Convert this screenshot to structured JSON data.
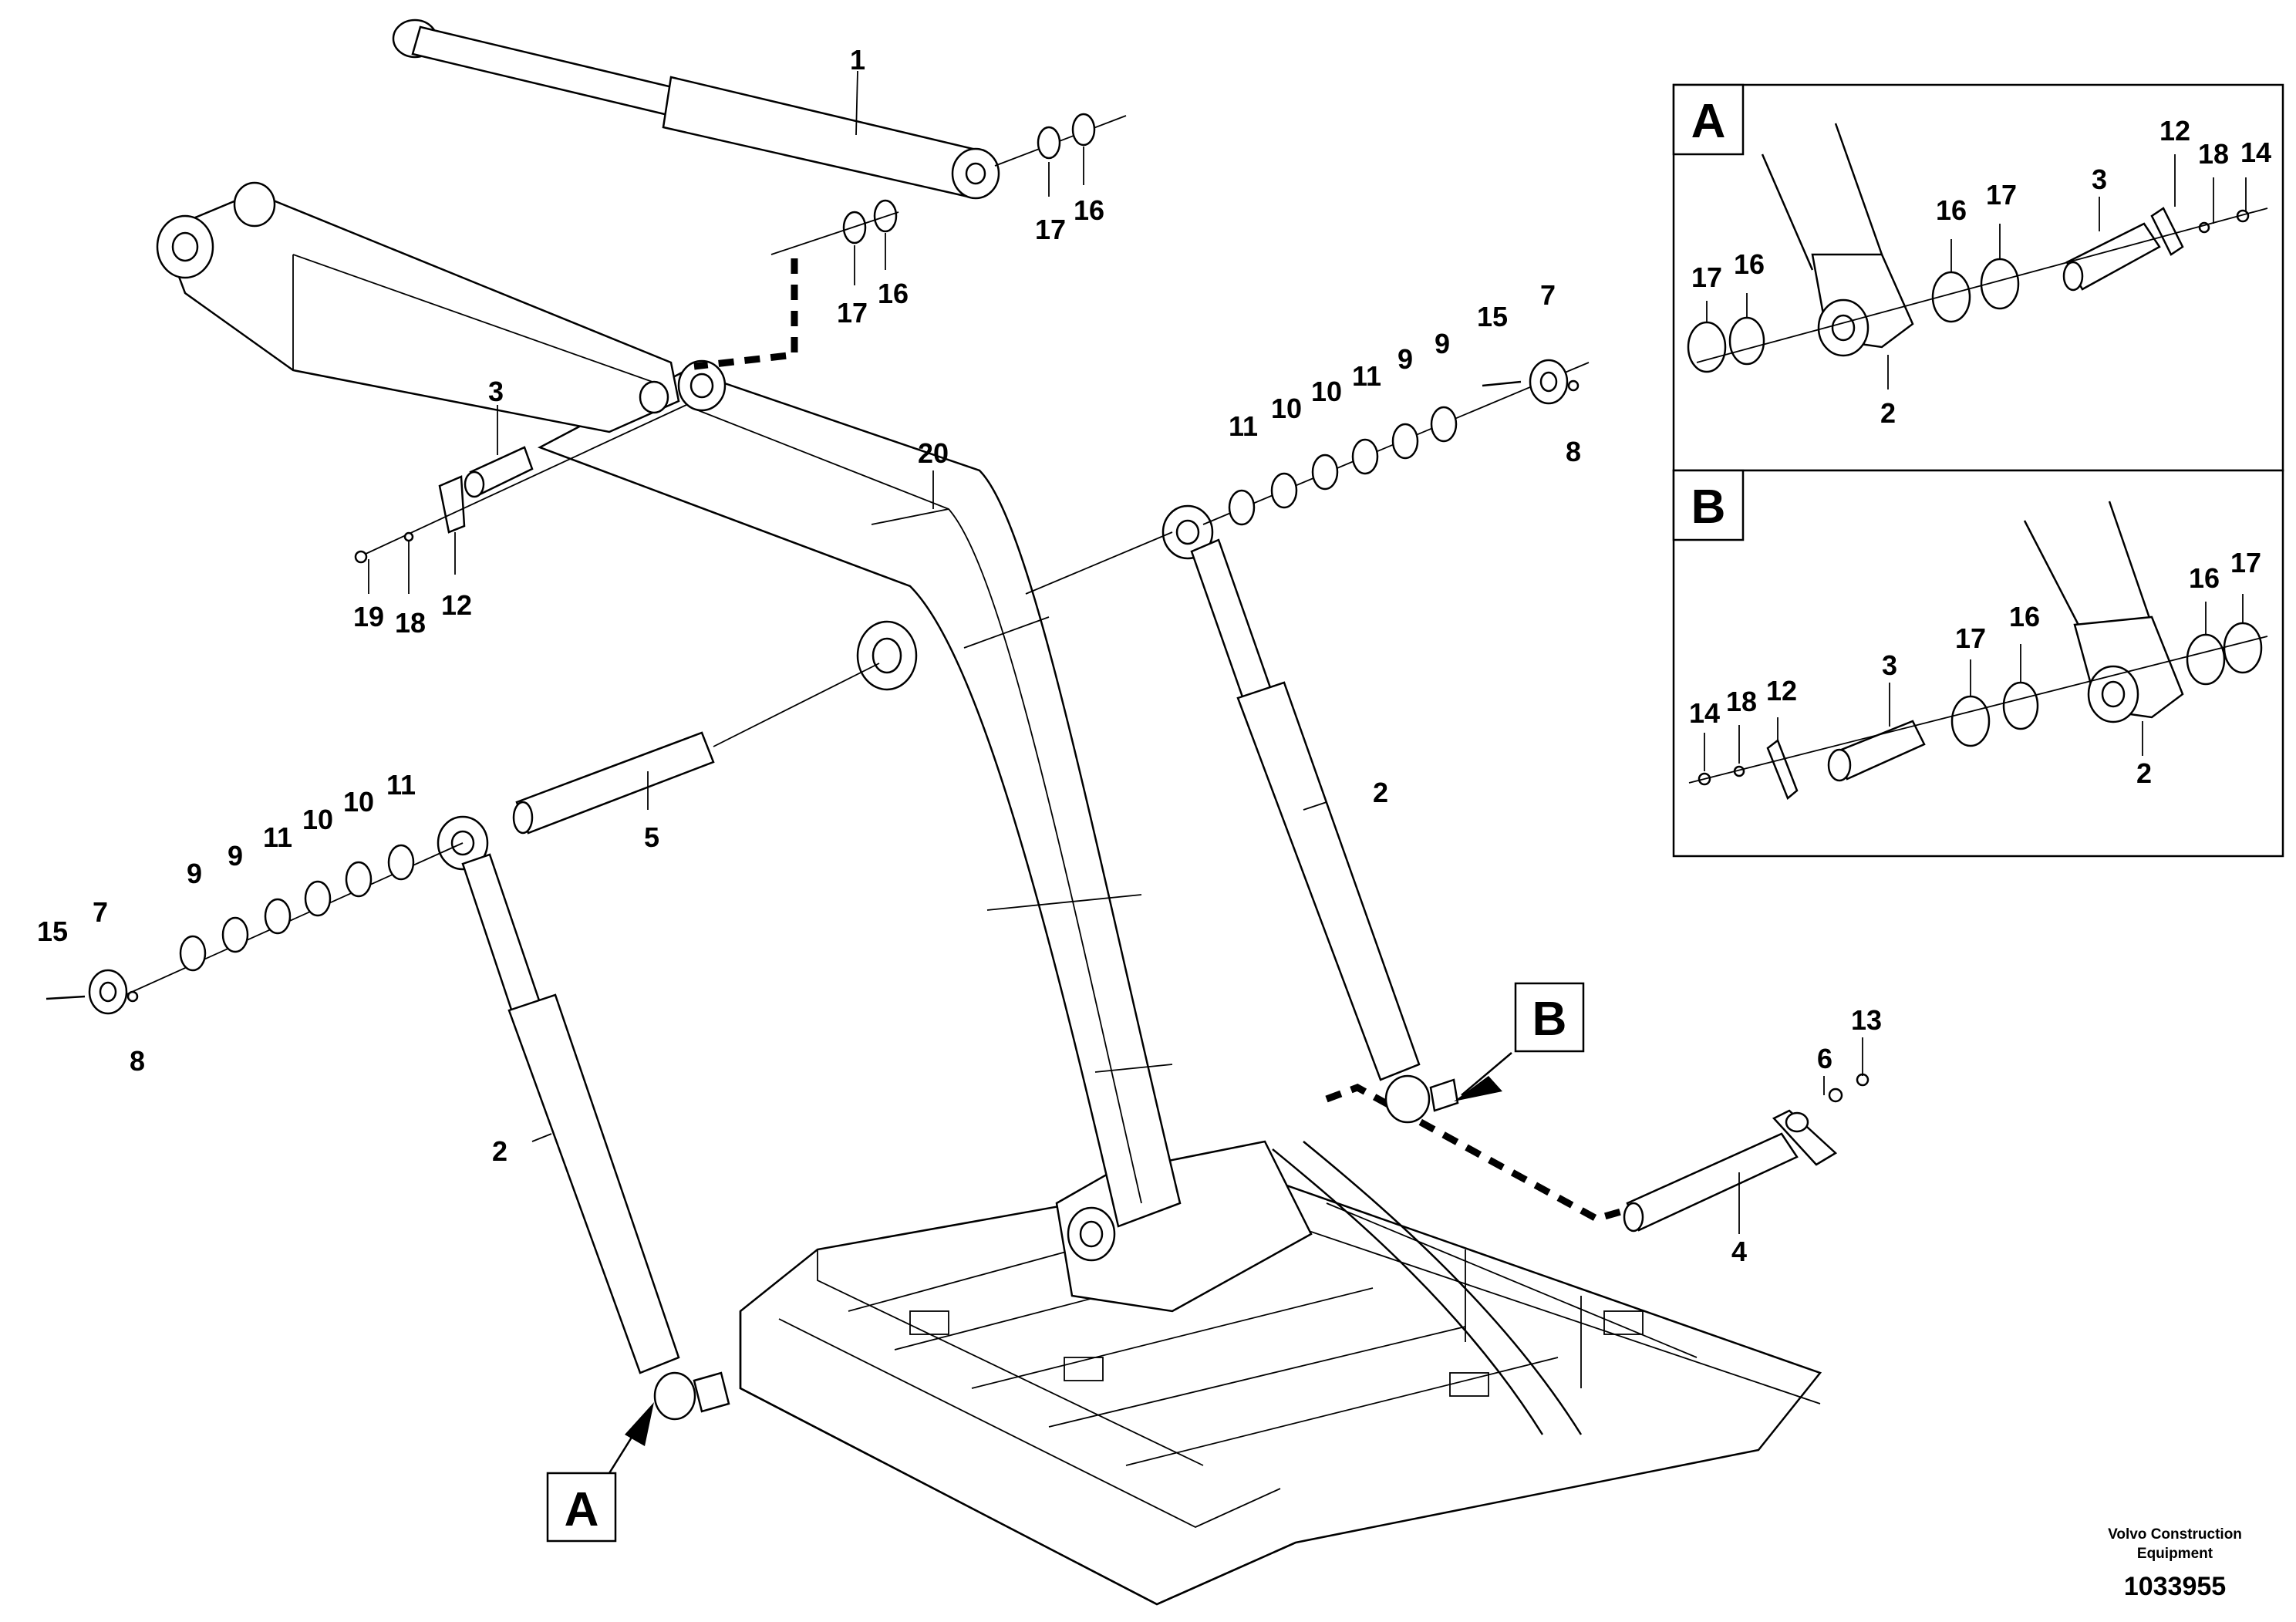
{
  "callouts": [
    {
      "id": "main-1",
      "text": "1"
    },
    {
      "id": "main-16a",
      "text": "16"
    },
    {
      "id": "main-17a",
      "text": "17"
    },
    {
      "id": "main-16b",
      "text": "16"
    },
    {
      "id": "main-17b",
      "text": "17"
    },
    {
      "id": "main-3",
      "text": "3"
    },
    {
      "id": "main-19",
      "text": "19"
    },
    {
      "id": "main-18",
      "text": "18"
    },
    {
      "id": "main-12",
      "text": "12"
    },
    {
      "id": "main-20",
      "text": "20"
    },
    {
      "id": "main-15r",
      "text": "15"
    },
    {
      "id": "main-7r",
      "text": "7"
    },
    {
      "id": "main-8r",
      "text": "8"
    },
    {
      "id": "main-9r1",
      "text": "9"
    },
    {
      "id": "main-9r2",
      "text": "9"
    },
    {
      "id": "main-11r1",
      "text": "11"
    },
    {
      "id": "main-10r1",
      "text": "10"
    },
    {
      "id": "main-10r2",
      "text": "10"
    },
    {
      "id": "main-11r2",
      "text": "11"
    },
    {
      "id": "main-2r",
      "text": "2"
    },
    {
      "id": "main-5",
      "text": "5"
    },
    {
      "id": "main-11l1",
      "text": "11"
    },
    {
      "id": "main-10l1",
      "text": "10"
    },
    {
      "id": "main-10l2",
      "text": "10"
    },
    {
      "id": "main-11l2",
      "text": "11"
    },
    {
      "id": "main-9l1",
      "text": "9"
    },
    {
      "id": "main-9l2",
      "text": "9"
    },
    {
      "id": "main-15l",
      "text": "15"
    },
    {
      "id": "main-7l",
      "text": "7"
    },
    {
      "id": "main-8l",
      "text": "8"
    },
    {
      "id": "main-2l",
      "text": "2"
    },
    {
      "id": "main-6",
      "text": "6"
    },
    {
      "id": "main-13",
      "text": "13"
    },
    {
      "id": "main-4",
      "text": "4"
    }
  ],
  "detail_tags": {
    "a": "A",
    "b": "B"
  },
  "inset_a": {
    "title": "A",
    "labels": [
      "12",
      "18",
      "14",
      "3",
      "16",
      "17",
      "17",
      "16",
      "2"
    ]
  },
  "inset_b": {
    "title": "B",
    "labels": [
      "16",
      "17",
      "17",
      "16",
      "3",
      "14",
      "18",
      "12",
      "2"
    ]
  },
  "footer": {
    "maker_line1": "Volvo Construction",
    "maker_line2": "Equipment",
    "part_number": "1033955"
  }
}
